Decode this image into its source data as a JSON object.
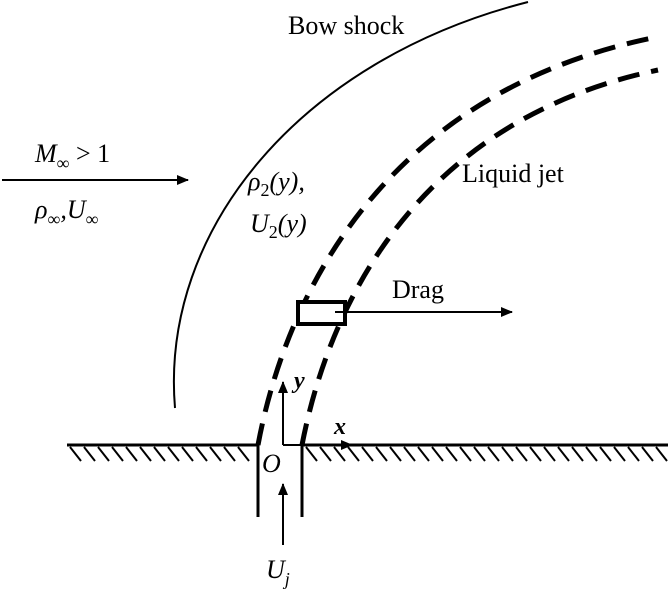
{
  "labels": {
    "bow_shock": "Bow shock",
    "liquid_jet": "Liquid jet",
    "drag": "Drag",
    "mach_symbol": "M",
    "inf_sub": "∞",
    "mach_condition": " > 1",
    "rho": "ρ",
    "freestream_comma_U": ",U",
    "rho2_sub": "2",
    "rho2_arg": "(y),",
    "U2_base": "U",
    "U2_sub": "2",
    "U2_arg": "(y)",
    "y_axis": "y",
    "x_axis": "x",
    "origin": "O",
    "jet_velocity": "U",
    "jet_velocity_sub": "j"
  }
}
